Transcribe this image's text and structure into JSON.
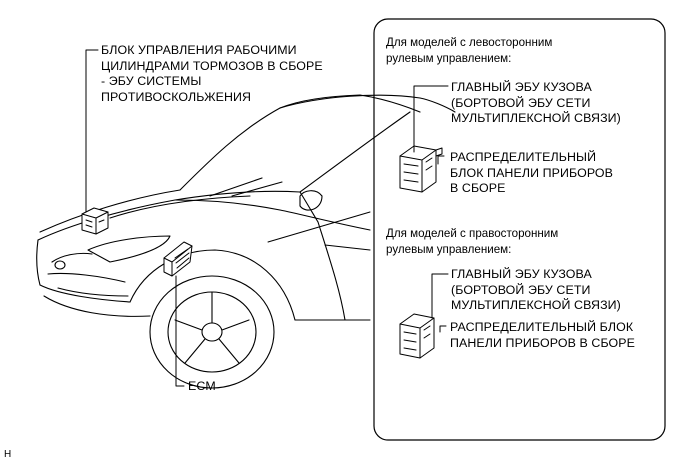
{
  "labels": {
    "abs_ecu": [
      "БЛОК УПРАВЛЕНИЯ РАБОЧИМИ",
      "ЦИЛИНДРАМИ ТОРМОЗОВ В СБОРЕ",
      "- ЭБУ СИСТЕМЫ",
      "ПРОТИВОСКОЛЬЖЕНИЯ"
    ],
    "ecm": "ECM",
    "figure_code": "H"
  },
  "panel": {
    "lhd": {
      "heading": [
        "Для моделей с левосторонним",
        "рулевым управлением:"
      ],
      "main_body_ecu": [
        "ГЛАВНЫЙ ЭБУ КУЗОВА",
        "(БОРТОВОЙ ЭБУ СЕТИ",
        "МУЛЬТИПЛЕКСНОЙ СВЯЗИ)"
      ],
      "junction_block": [
        "РАСПРЕДЕЛИТЕЛЬНЫЙ",
        "БЛОК ПАНЕЛИ ПРИБОРОВ",
        "В СБОРЕ"
      ]
    },
    "rhd": {
      "heading": [
        "Для моделей с правосторонним",
        "рулевым управлением:"
      ],
      "main_body_ecu": [
        "ГЛАВНЫЙ ЭБУ КУЗОВА",
        "(БОРТОВОЙ ЭБУ СЕТИ",
        "МУЛЬТИПЛЕКСНОЙ СВЯЗИ)"
      ],
      "junction_block": [
        "РАСПРЕДЕЛИТЕЛЬНЫЙ БЛОК",
        "ПАНЕЛИ ПРИБОРОВ В СБОРЕ"
      ]
    }
  }
}
